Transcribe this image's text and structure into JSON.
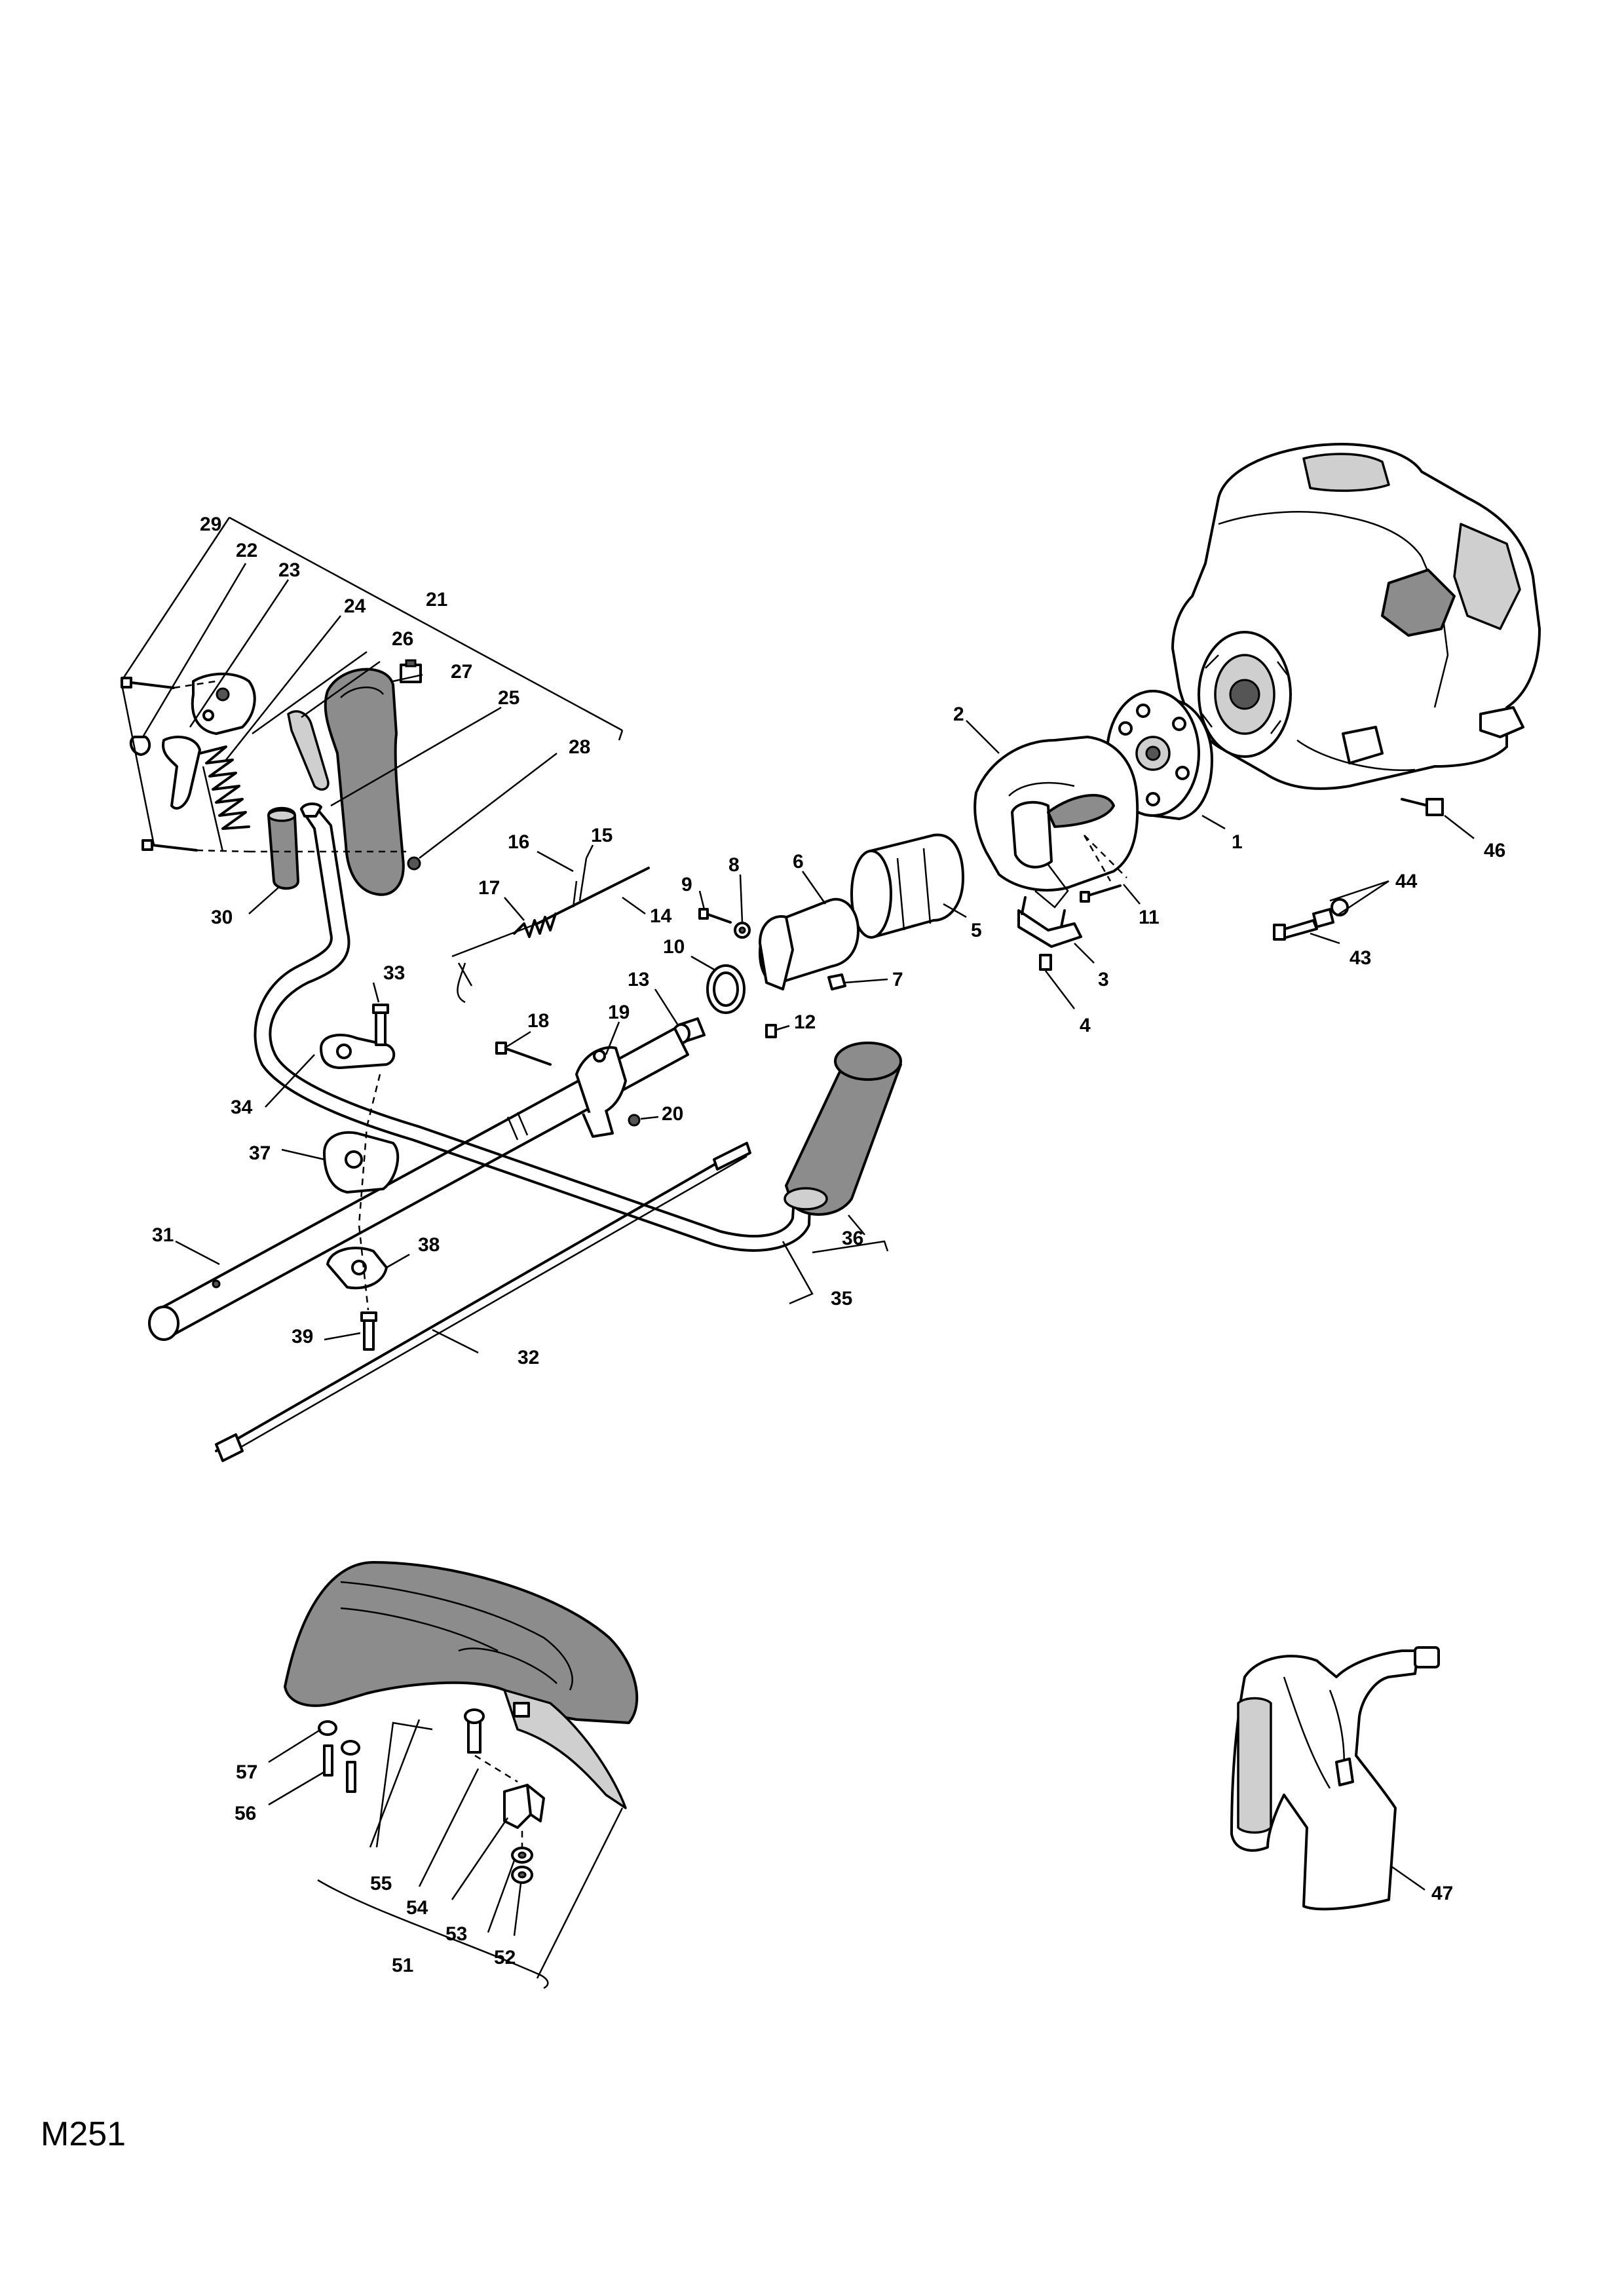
{
  "document_code": "M251",
  "callouts": [
    {
      "label": "1"
    },
    {
      "label": "2"
    },
    {
      "label": "3"
    },
    {
      "label": "4"
    },
    {
      "label": "5"
    },
    {
      "label": "6"
    },
    {
      "label": "7"
    },
    {
      "label": "8"
    },
    {
      "label": "9"
    },
    {
      "label": "10"
    },
    {
      "label": "11"
    },
    {
      "label": "12"
    },
    {
      "label": "13"
    },
    {
      "label": "14"
    },
    {
      "label": "15"
    },
    {
      "label": "16"
    },
    {
      "label": "17"
    },
    {
      "label": "18"
    },
    {
      "label": "19"
    },
    {
      "label": "20"
    },
    {
      "label": "21"
    },
    {
      "label": "22"
    },
    {
      "label": "23"
    },
    {
      "label": "24"
    },
    {
      "label": "25"
    },
    {
      "label": "26"
    },
    {
      "label": "27"
    },
    {
      "label": "28"
    },
    {
      "label": "29"
    },
    {
      "label": "30"
    },
    {
      "label": "31"
    },
    {
      "label": "32"
    },
    {
      "label": "33"
    },
    {
      "label": "34"
    },
    {
      "label": "35"
    },
    {
      "label": "36"
    },
    {
      "label": "37"
    },
    {
      "label": "38"
    },
    {
      "label": "39"
    },
    {
      "label": "43"
    },
    {
      "label": "44"
    },
    {
      "label": "46"
    },
    {
      "label": "47"
    },
    {
      "label": "51"
    },
    {
      "label": "52"
    },
    {
      "label": "53"
    },
    {
      "label": "54"
    },
    {
      "label": "55"
    },
    {
      "label": "56"
    },
    {
      "label": "57"
    }
  ]
}
